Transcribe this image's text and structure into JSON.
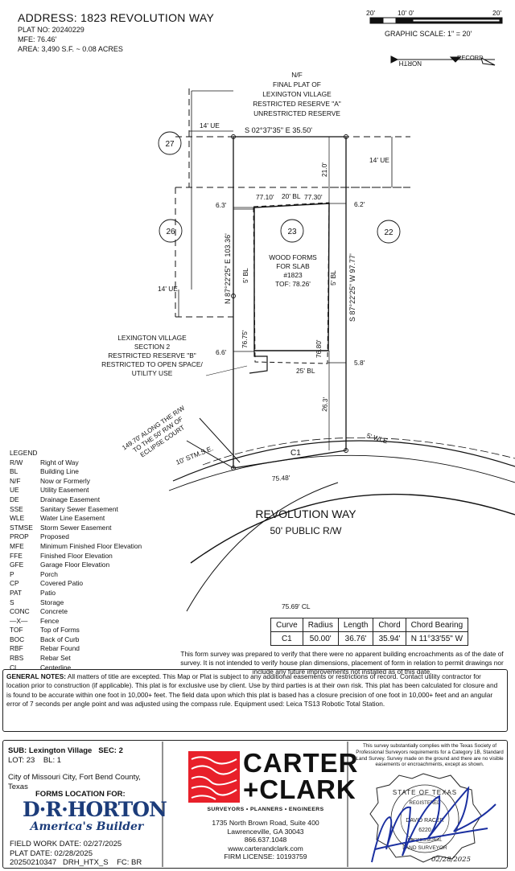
{
  "header": {
    "address": "ADDRESS:  1823 REVOLUTION WAY",
    "plat_no": "PLAT NO: 20240229",
    "mfe": "MFE: 76.46'",
    "area": "AREA: 3,490 S.F. ~ 0.08 ACRES"
  },
  "scale": {
    "ticks": [
      "20'",
      "10'",
      "0'",
      "20'"
    ],
    "label": "GRAPHIC SCALE: 1\" = 20'"
  },
  "north": {
    "north_label": "NORTH",
    "record_label": "RECORD"
  },
  "plat": {
    "nf_block": [
      "N/F",
      "FINAL PLAT OF",
      "LEXINGTON VILLAGE",
      "RESTRICTED RESERVE \"A\"",
      "UNRESTRICTED RESERVE"
    ],
    "top_bearing": "S 02°37'35\" E  35.50'",
    "ue_left_top": "14' UE",
    "ue_right": "14' UE",
    "ue_left_mid": "14' UE",
    "lot_27": "27",
    "lot_26": "26",
    "lot_23": "23",
    "lot_22": "22",
    "dist_21": "21.0'",
    "bl_dim_left": "77.10'",
    "bl_20": "20' BL",
    "bl_dim_right": "77.30'",
    "off_63": "6.3'",
    "off_62": "6.2'",
    "left_bearing": "N 87°22'25\" E  103.36'",
    "right_bearing": "S 87°22'25\" W  97.77'",
    "bl_5_left": "5' BL",
    "bl_5_right": "5' BL",
    "forms": [
      "WOOD FORMS",
      "FOR SLAB",
      "#1823",
      "TOF: 78.26'"
    ],
    "reserve_b": [
      "LEXINGTON VILLAGE",
      "SECTION 2",
      "RESTRICTED RESERVE \"B\"",
      "RESTRICTED TO OPEN SPACE/",
      "UTILITY USE"
    ],
    "d_7675": "76.75'",
    "d_7680": "76.80'",
    "off_66": "6.6'",
    "off_58": "5.8'",
    "bl_25": "25' BL",
    "d_263": "26.3'",
    "rw_note": [
      "149.70' ALONG THE R/W",
      "TO THE 50' R/W OF",
      "ECLIPSE COURT"
    ],
    "stm": "10' STM.S.E.",
    "wle": "5' WLE",
    "c1": "C1",
    "d_7548": "75.48'",
    "street_name": "REVOLUTION WAY",
    "street_rw": "50' PUBLIC R/W",
    "cl_label": "75.69' CL"
  },
  "legend": {
    "title": "LEGEND",
    "items": [
      [
        "R/W",
        "Right of Way"
      ],
      [
        "BL",
        "Building Line"
      ],
      [
        "N/F",
        "Now or Formerly"
      ],
      [
        "UE",
        "Utility Easement"
      ],
      [
        "DE",
        "Drainage Easement"
      ],
      [
        "SSE",
        "Sanitary Sewer Easement"
      ],
      [
        "WLE",
        "Water Line Easement"
      ],
      [
        "STMSE",
        "Storm Sewer Easement"
      ],
      [
        "PROP",
        "Proposed"
      ],
      [
        "MFE",
        "Minimum Finished Floor Elevation"
      ],
      [
        "FFE",
        "Finished Floor Elevation"
      ],
      [
        "GFE",
        "Garage Floor Elevation"
      ],
      [
        "P",
        "Porch"
      ],
      [
        "CP",
        "Covered Patio"
      ],
      [
        "PAT",
        "Patio"
      ],
      [
        "S",
        "Storage"
      ],
      [
        "CONC",
        "Concrete"
      ],
      [
        "—X—",
        "Fence"
      ],
      [
        "TOF",
        "Top of Forms"
      ],
      [
        "BOC",
        "Back of Curb"
      ],
      [
        "RBF",
        "Rebar Found"
      ],
      [
        "RBS",
        "Rebar Set"
      ],
      [
        "CL",
        "Centerline"
      ]
    ]
  },
  "curve_table": {
    "headers": [
      "Curve",
      "Radius",
      "Length",
      "Chord",
      "Chord Bearing"
    ],
    "row": [
      "C1",
      "50.00'",
      "36.76'",
      "35.94'",
      "N 11°33'55\" W"
    ]
  },
  "disclaimer": "This form survey was prepared to verify that there were no apparent building encroachments as of the date of survey. It is not intended to verify house plan dimensions, placement of form in relation to permit drawings nor include any future improvements not installed as of this date.",
  "notes": {
    "label": "GENERAL NOTES:",
    "text": " All matters of title are excepted. This Map or Plat is subject to any additional easements or restrictions of record. Contact utility contractor for location prior to construction (if applicable). This plat is for exclusive use by client. Use by third parties is at their own risk. This plat has been calculated for closure and is found to be accurate within one foot in 10,000+ feet. The field data upon which this plat is based has a closure precision of one foot in 10,000+ feet and an angular error of 7 seconds per angle point and was adjusted using the compass rule. Equipment used: Leica TS13 Robotic Total Station."
  },
  "footer": {
    "sub": "SUB: Lexington Village",
    "sec": "SEC: 2",
    "lot": "LOT: 23",
    "bl": "BL: 1",
    "city": "City of Missouri City, Fort Bend County,",
    "state": "Texas",
    "forms_location": "FORMS LOCATION FOR:",
    "dr_logo": "D·R·HORTON",
    "dr_tag": "America's Builder",
    "field_date": "FIELD WORK DATE:  02/27/2025",
    "plat_date": "PLAT DATE:  02/28/2025",
    "job": "20250210347",
    "drh": "DRH_HTX_S",
    "fc": "FC: BR"
  },
  "carter": {
    "name1": "CARTER",
    "name2": "+CLARK",
    "tagline": "SURVEYORS • PLANNERS • ENGINEERS",
    "address1": "1735 North Brown Road, Suite 400",
    "address2": "Lawrenceville, GA 30043",
    "phone": "866.637.1048",
    "web": "www.carterandclark.com",
    "license": "FIRM LICENSE: 10193759"
  },
  "seal": {
    "statement": "This survey substantially complies with the Texas Society of Professional Surveyors requirements for a Category 1B, Standard Land Survey. Survey made on the ground and there are no visible easements or encroachments, except as shown.",
    "state": "STATE OF TEXAS",
    "registered": "REGISTERED",
    "surveyor": "DAVID RACER",
    "number": "6220",
    "professional": "PROFESSIONAL",
    "land_surveyor": "LAND SURVEYOR",
    "sig_date": "02/28/2025"
  },
  "colors": {
    "ink": "#111111",
    "brand_red": "#e8202a",
    "signature_blue": "#1a2fa0"
  }
}
